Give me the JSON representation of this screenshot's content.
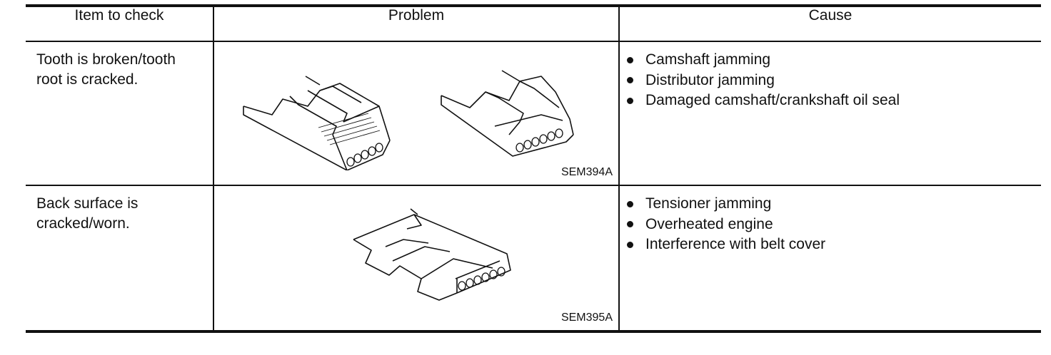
{
  "headers": {
    "item": "Item to check",
    "problem": "Problem",
    "cause": "Cause"
  },
  "rows": [
    {
      "item": "Tooth is broken/tooth\nroot is cracked.",
      "figure_code": "SEM394A",
      "causes": [
        "Camshaft jamming",
        "Distributor jamming",
        "Damaged camshaft/crankshaft oil seal"
      ]
    },
    {
      "item": "Back surface is\ncracked/worn.",
      "figure_code": "SEM395A",
      "causes": [
        "Tensioner jamming",
        "Overheated engine",
        "Interference with belt cover"
      ]
    }
  ]
}
